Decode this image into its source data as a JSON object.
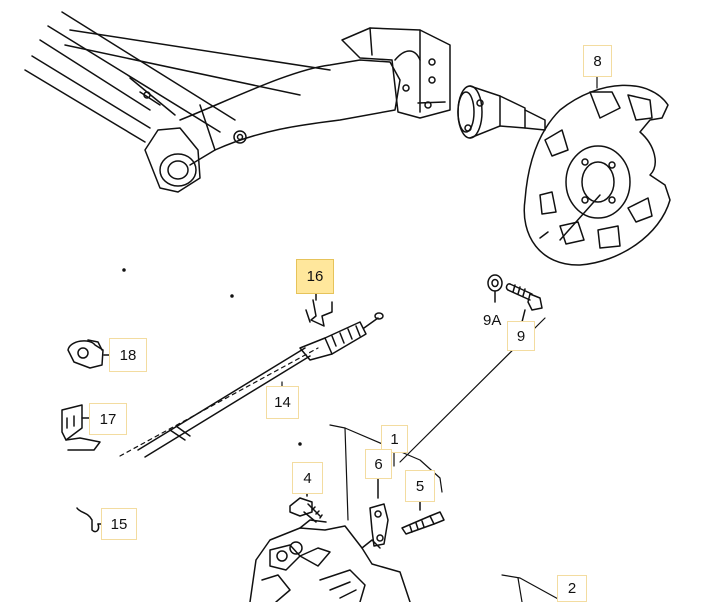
{
  "diagram": {
    "callouts": {
      "c1": "1",
      "c2": "2",
      "c4": "4",
      "c5": "5",
      "c6": "6",
      "c8": "8",
      "c9": "9",
      "c9a": "9A",
      "c14": "14",
      "c15": "15",
      "c16": "16",
      "c17": "17",
      "c18": "18"
    },
    "highlighted": "16",
    "colors": {
      "highlight_fill": "#ffe79c",
      "callout_border": "#f3dca0",
      "line": "#111111"
    }
  }
}
